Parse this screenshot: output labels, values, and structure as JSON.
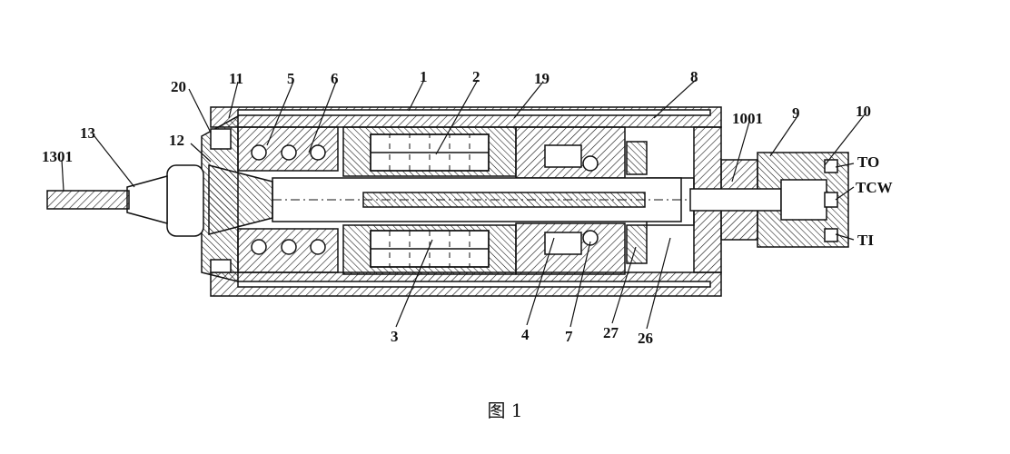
{
  "figure": {
    "caption": "图 1",
    "labels": {
      "l20": "20",
      "l11": "11",
      "l5": "5",
      "l6": "6",
      "l1": "1",
      "l2": "2",
      "l19": "19",
      "l8": "8",
      "l1001": "1001",
      "l9": "9",
      "l10": "10",
      "l12": "12",
      "l13": "13",
      "l1301": "1301",
      "lTO": "TO",
      "lTCW": "TCW",
      "lTI": "TI",
      "l3": "3",
      "l4": "4",
      "l7": "7",
      "l27": "27",
      "l26": "26"
    }
  },
  "colors": {
    "ink": "#111111",
    "background": "#ffffff"
  }
}
